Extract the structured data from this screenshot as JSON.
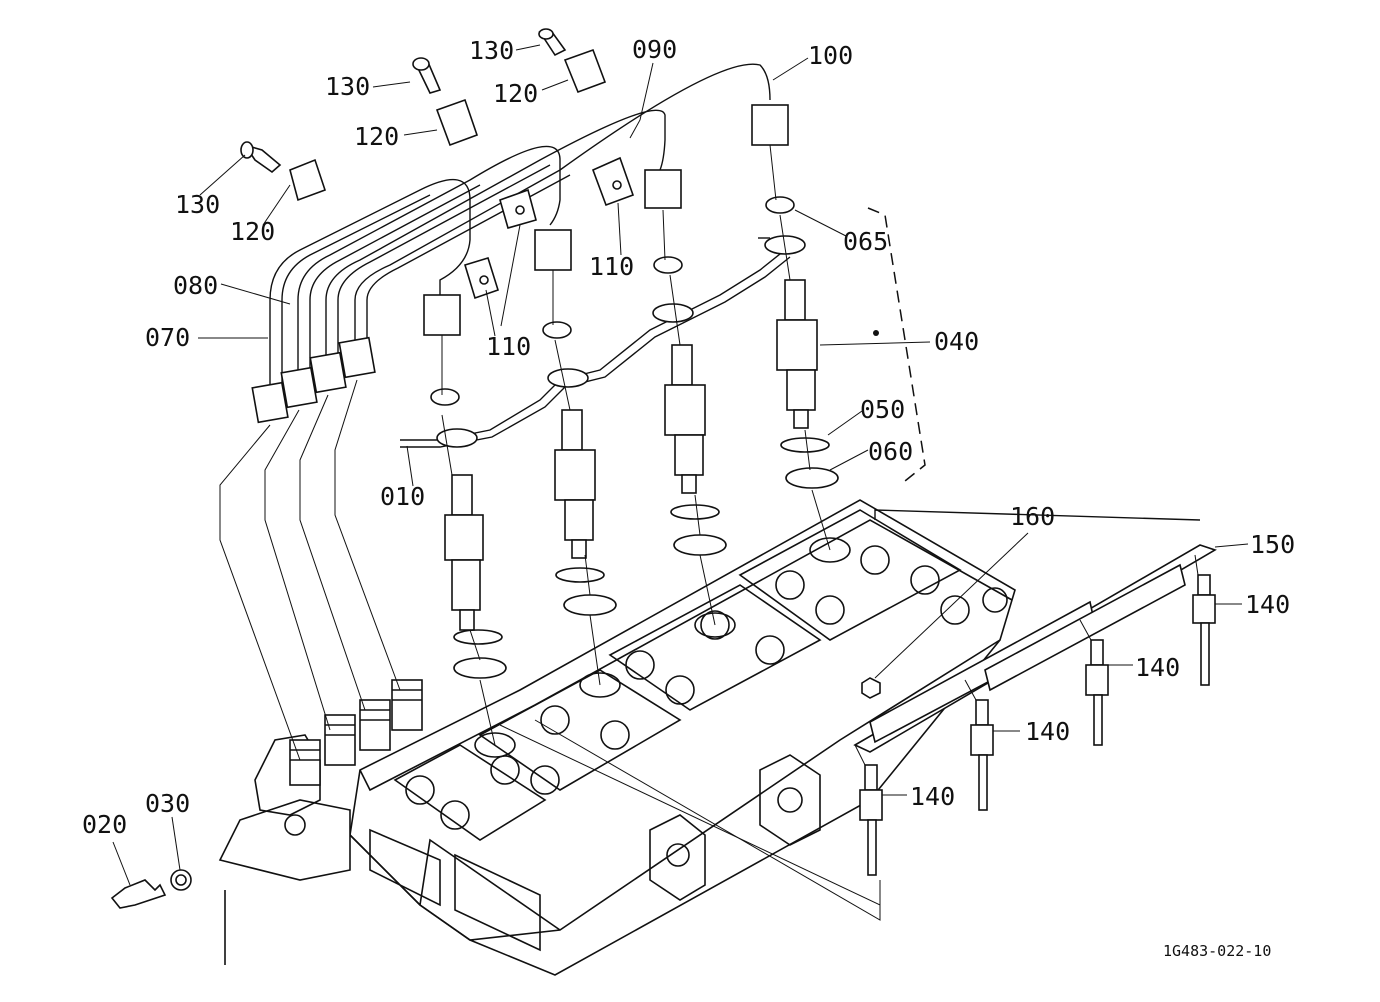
{
  "callouts": {
    "c010": "010",
    "c020": "020",
    "c030": "030",
    "c040": "040",
    "c050": "050",
    "c060": "060",
    "c065": "065",
    "c070": "070",
    "c080": "080",
    "c090": "090",
    "c100": "100",
    "c110": "110",
    "c120": "120",
    "c130": "130",
    "c140": "140",
    "c150": "150",
    "c160": "160"
  },
  "drawing_code": "1G483-022-10"
}
